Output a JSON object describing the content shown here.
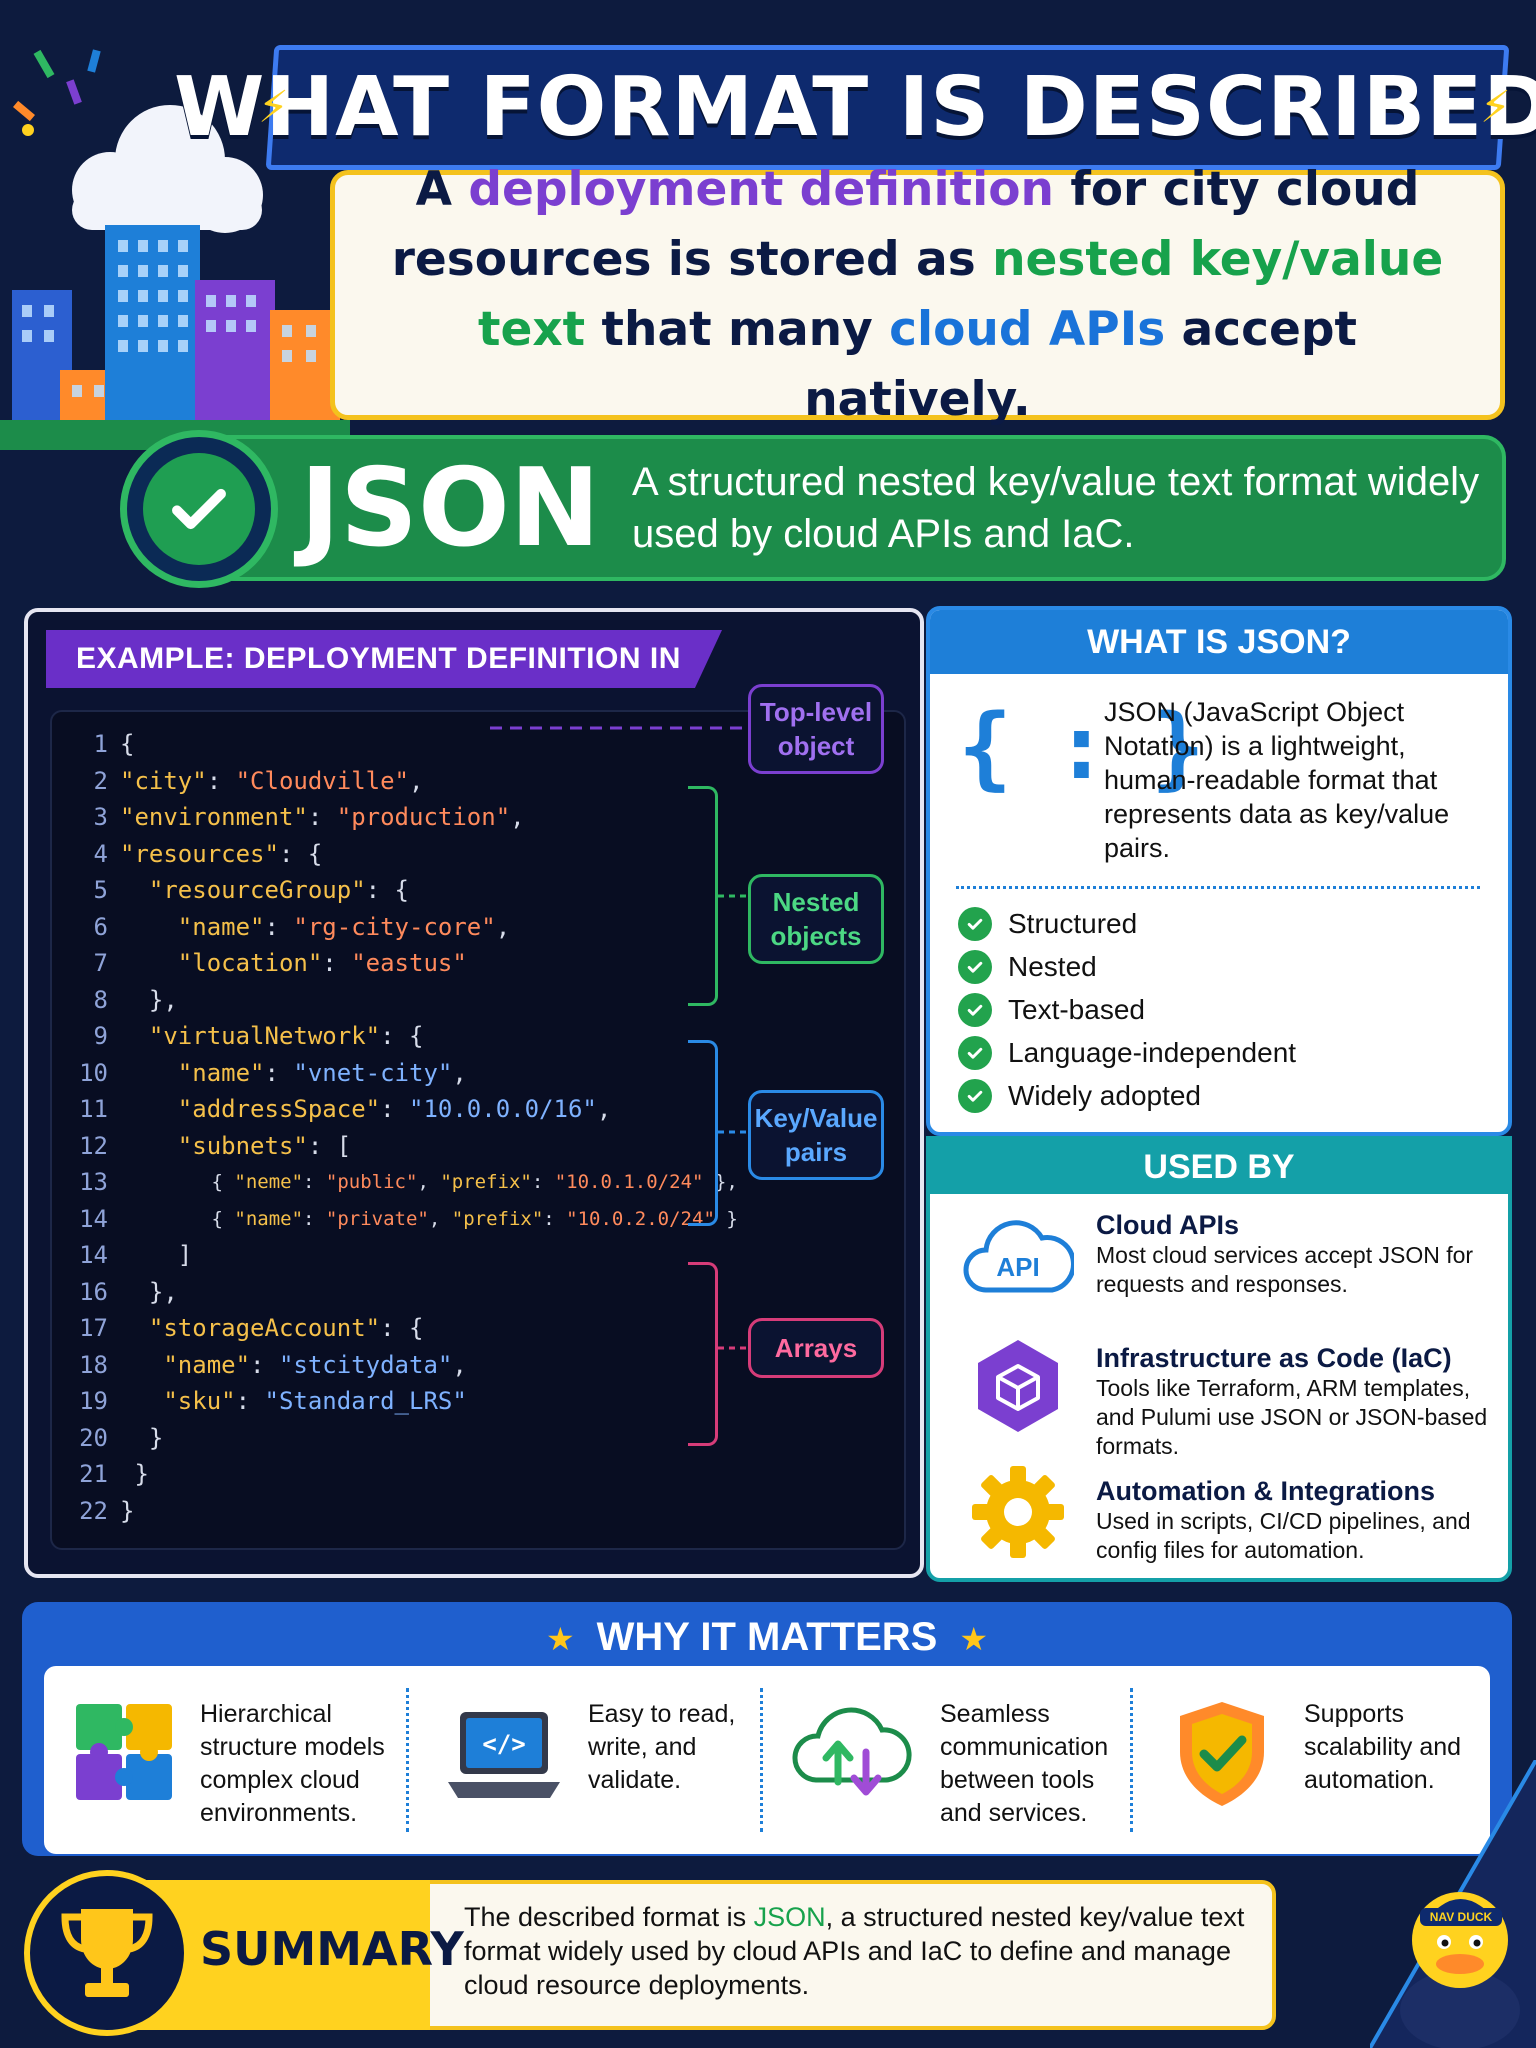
{
  "header": {
    "title": "WHAT FORMAT IS DESCRIBED?",
    "intro": {
      "part1": "A ",
      "highlight1": "deployment definition",
      "part2": " for city cloud resources is stored as ",
      "highlight2": "nested key/value text",
      "part3": " that many ",
      "highlight3": "cloud APIs",
      "part4": " accept natively."
    }
  },
  "answer": {
    "word": "JSON",
    "description": "A structured nested key/value text format widely used by cloud APIs and IaC."
  },
  "example": {
    "title": "EXAMPLE: DEPLOYMENT DEFINITION IN JSON",
    "annotations": {
      "top_level": "Top-level object",
      "nested": "Nested objects",
      "key_value": "Key/Value pairs",
      "arrays": "Arrays"
    },
    "lines": [
      {
        "n": "1",
        "segs": [
          [
            "p",
            "{"
          ]
        ]
      },
      {
        "n": "2",
        "segs": [
          [
            "k",
            "\"city\""
          ],
          [
            "p",
            ": "
          ],
          [
            "s",
            "\"Cloudville\""
          ],
          [
            "p",
            ","
          ]
        ]
      },
      {
        "n": "3",
        "segs": [
          [
            "k",
            "\"environment\""
          ],
          [
            "p",
            ": "
          ],
          [
            "s",
            "\"production\""
          ],
          [
            "p",
            ","
          ]
        ]
      },
      {
        "n": "4",
        "segs": [
          [
            "k",
            "\"resources\""
          ],
          [
            "p",
            ": {"
          ]
        ]
      },
      {
        "n": "5",
        "segs": [
          [
            "k",
            "  \"resourceGroup\""
          ],
          [
            "p",
            ": {"
          ]
        ]
      },
      {
        "n": "6",
        "segs": [
          [
            "k",
            "    \"name\""
          ],
          [
            "p",
            ": "
          ],
          [
            "s",
            "\"rg-city-core\""
          ],
          [
            "p",
            ","
          ]
        ]
      },
      {
        "n": "7",
        "segs": [
          [
            "k",
            "    \"location\""
          ],
          [
            "p",
            ": "
          ],
          [
            "s",
            "\"eastus\""
          ]
        ]
      },
      {
        "n": "8",
        "segs": [
          [
            "p",
            "  },"
          ]
        ]
      },
      {
        "n": "9",
        "segs": [
          [
            "k",
            "  \"virtualNetwork\""
          ],
          [
            "p",
            ": {"
          ]
        ]
      },
      {
        "n": "10",
        "segs": [
          [
            "k",
            "    \"name\""
          ],
          [
            "p",
            ": "
          ],
          [
            "ss",
            "\"vnet-city\""
          ],
          [
            "p",
            ","
          ]
        ]
      },
      {
        "n": "11",
        "segs": [
          [
            "k",
            "    \"addressSpace\""
          ],
          [
            "p",
            ": "
          ],
          [
            "ss",
            "\"10.0.0.0/16\""
          ],
          [
            "p",
            ","
          ]
        ]
      },
      {
        "n": "12",
        "segs": [
          [
            "k",
            "    \"subnets\""
          ],
          [
            "p",
            ": ["
          ]
        ]
      },
      {
        "n": "13",
        "small": true,
        "segs": [
          [
            "p",
            "        { "
          ],
          [
            "k",
            "\"neme\""
          ],
          [
            "p",
            ": "
          ],
          [
            "s",
            "\"public\""
          ],
          [
            "p",
            ", "
          ],
          [
            "k",
            "\"prefix\""
          ],
          [
            "p",
            ": "
          ],
          [
            "s",
            "\"10.0.1.0/24\""
          ],
          [
            "p",
            " },"
          ]
        ]
      },
      {
        "n": "14",
        "small": true,
        "segs": [
          [
            "p",
            "        { "
          ],
          [
            "k",
            "\"name\""
          ],
          [
            "p",
            ": "
          ],
          [
            "s",
            "\"private\""
          ],
          [
            "p",
            ", "
          ],
          [
            "k",
            "\"prefix\""
          ],
          [
            "p",
            ": "
          ],
          [
            "s",
            "\"10.0.2.0/24\""
          ],
          [
            "p",
            " }"
          ]
        ]
      },
      {
        "n": "14",
        "segs": [
          [
            "p",
            "    ]"
          ]
        ]
      },
      {
        "n": "16",
        "segs": [
          [
            "p",
            "  },"
          ]
        ]
      },
      {
        "n": "17",
        "segs": [
          [
            "k",
            "  \"storageAccount\""
          ],
          [
            "p",
            ": {"
          ]
        ]
      },
      {
        "n": "18",
        "segs": [
          [
            "k",
            "   \"name\""
          ],
          [
            "p",
            ": "
          ],
          [
            "ss",
            "\"stcitydata\""
          ],
          [
            "p",
            ","
          ]
        ]
      },
      {
        "n": "19",
        "segs": [
          [
            "k",
            "   \"sku\""
          ],
          [
            "p",
            ": "
          ],
          [
            "ss",
            "\"Standard_LRS\""
          ]
        ]
      },
      {
        "n": "20",
        "segs": [
          [
            "p",
            "  }"
          ]
        ]
      },
      {
        "n": "21",
        "segs": [
          [
            "p",
            " }"
          ]
        ]
      },
      {
        "n": "22",
        "segs": [
          [
            "p",
            "}"
          ]
        ]
      }
    ]
  },
  "what_is": {
    "heading": "WHAT IS JSON?",
    "icon": "{ : }",
    "description": "JSON (JavaScript Object Notation) is a lightweight, human-readable format that represents data as key/value pairs.",
    "features": [
      "Structured",
      "Nested",
      "Text-based",
      "Language-independent",
      "Widely adopted"
    ]
  },
  "used_by": {
    "heading": "USED BY",
    "items": [
      {
        "title": "Cloud APIs",
        "icon_label": "API",
        "description": "Most cloud services accept JSON for requests and responses."
      },
      {
        "title": "Infrastructure as Code (IaC)",
        "description": "Tools like Terraform, ARM templates, and Pulumi use JSON or JSON-based formats."
      },
      {
        "title": "Automation & Integrations",
        "description": "Used in scripts, CI/CD pipelines, and config files for automation."
      }
    ]
  },
  "why": {
    "heading": "WHY IT MATTERS",
    "items": [
      "Hierarchical structure models complex cloud environments.",
      "Easy to read, write, and validate.",
      "Seamless communication between tools and services.",
      "Supports scalability and automation."
    ]
  },
  "summary": {
    "label": "SUMMARY",
    "text_before": "The described format is ",
    "highlight": "JSON",
    "text_after": ", a structured nested key/value text format widely used by cloud APIs and IaC to define and manage cloud resource deployments."
  },
  "mascot": {
    "cap_text": "NAV DUCK"
  },
  "colors": {
    "background": "#0d1b3e",
    "accent_yellow": "#f4c21d",
    "accent_green": "#1c8c4a",
    "accent_purple": "#6a2fc8",
    "accent_blue": "#1e7fd8",
    "accent_teal": "#14a0a8"
  }
}
